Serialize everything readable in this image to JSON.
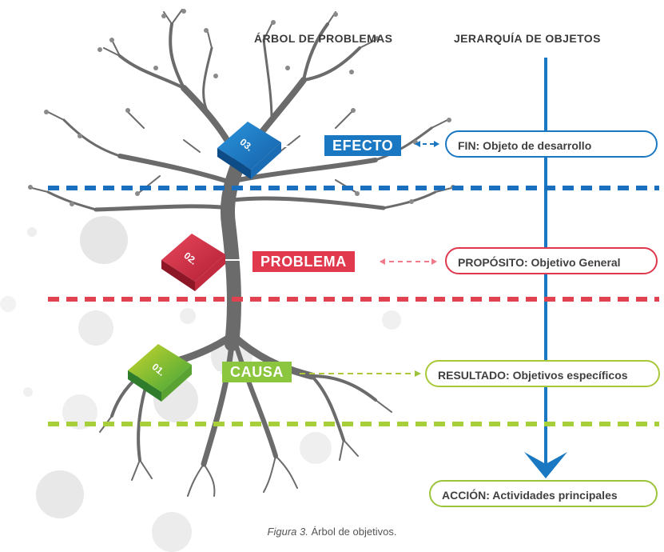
{
  "headers": {
    "left": "ÁRBOL DE PROBLEMAS",
    "right": "JERARQUÍA DE OBJETOS"
  },
  "cubes": [
    {
      "number": "03.",
      "color": "#1e7fc8"
    },
    {
      "number": "02.",
      "color": "#d8344a"
    },
    {
      "number": "01.",
      "color": "#7ab82c"
    }
  ],
  "tree_tags": [
    {
      "text": "EFECTO",
      "color": "#1a78c2"
    },
    {
      "text": "PROBLEMA",
      "color": "#e0384d"
    },
    {
      "text": "CAUSA",
      "color": "#8cc63f"
    }
  ],
  "hierarchy": [
    {
      "text": "FIN: Objeto de desarrollo",
      "color": "#1a78c2"
    },
    {
      "text": "PROPÓSITO: Objetivo General",
      "color": "#e0384d"
    },
    {
      "text": "RESULTADO: Objetivos específicos",
      "color": "#a8c838"
    },
    {
      "text": "ACCIÓN: Actividades principales",
      "color": "#9cc43a"
    }
  ],
  "separator_colors": [
    "#1b6fbf",
    "#e0434f",
    "#a6cf3a"
  ],
  "caption": {
    "italic": "Figura 3.",
    "rest": "Árbol de objetivos."
  }
}
